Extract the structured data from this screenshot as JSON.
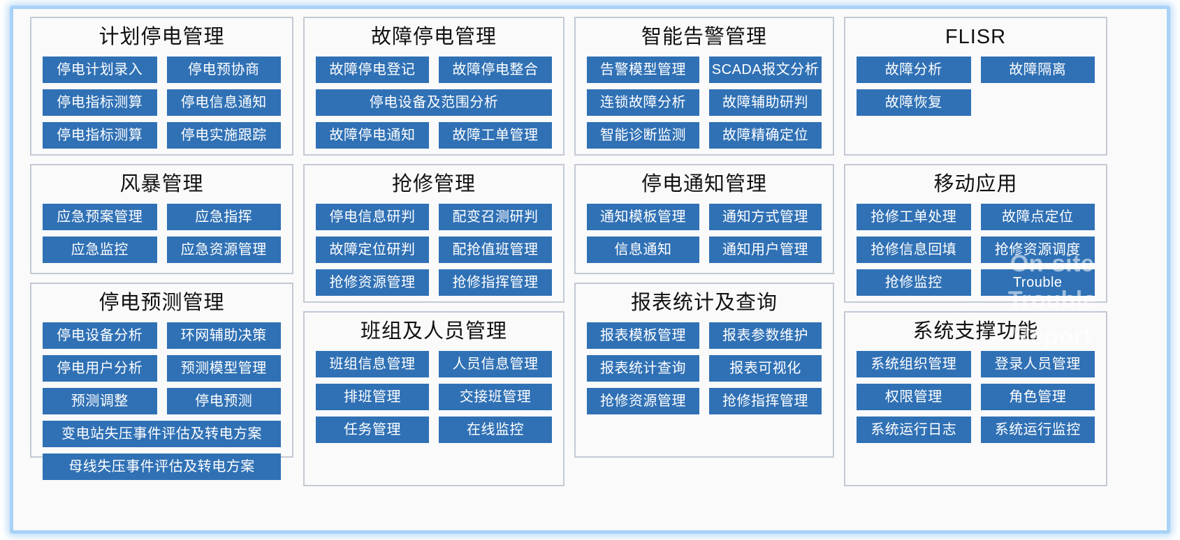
{
  "theme": {
    "button_color": "#3071b5",
    "panel_border_color": "#c3c9d4",
    "frame_glow_color": "#a9d2f7",
    "page_background": "#fafafa",
    "button_text_color": "#ffffff",
    "title_text_color": "#111111"
  },
  "watermark": {
    "text": "On-site\nTrouble\nReport"
  },
  "columns": [
    {
      "panels": [
        {
          "title": "计划停电管理",
          "rows": [
            [
              "停电计划录入",
              "停电预协商"
            ],
            [
              "停电指标测算",
              "停电信息通知"
            ],
            [
              "停电指标测算",
              "停电实施跟踪"
            ]
          ]
        },
        {
          "title": "风暴管理",
          "rows": [
            [
              "应急预案管理",
              "应急指挥"
            ],
            [
              "应急监控",
              "应急资源管理"
            ]
          ]
        },
        {
          "title": "停电预测管理",
          "rows": [
            [
              "停电设备分析",
              "环网辅助决策"
            ],
            [
              "停电用户分析",
              "预测模型管理"
            ],
            [
              "预测调整",
              "停电预测"
            ],
            [
              "变电站失压事件评估及转电方案"
            ],
            [
              "母线失压事件评估及转电方案"
            ]
          ]
        }
      ]
    },
    {
      "panels": [
        {
          "title": "故障停电管理",
          "rows": [
            [
              "故障停电登记",
              "故障停电整合"
            ],
            [
              "停电设备及范围分析"
            ],
            [
              "故障停电通知",
              "故障工单管理"
            ]
          ]
        },
        {
          "title": "抢修管理",
          "rows": [
            [
              "停电信息研判",
              "配变召测研判"
            ],
            [
              "故障定位研判",
              "配抢值班管理"
            ],
            [
              "抢修资源管理",
              "抢修指挥管理"
            ]
          ]
        },
        {
          "title": "班组及人员管理",
          "rows": [
            [
              "班组信息管理",
              "人员信息管理"
            ],
            [
              "排班管理",
              "交接班管理"
            ],
            [
              "任务管理",
              "在线监控"
            ]
          ]
        }
      ]
    },
    {
      "panels": [
        {
          "title": "智能告警管理",
          "rows": [
            [
              "告警模型管理",
              "SCADA报文分析"
            ],
            [
              "连锁故障分析",
              "故障辅助研判"
            ],
            [
              "智能诊断监测",
              "故障精确定位"
            ]
          ]
        },
        {
          "title": "停电通知管理",
          "rows": [
            [
              "通知模板管理",
              "通知方式管理"
            ],
            [
              "信息通知",
              "通知用户管理"
            ]
          ]
        },
        {
          "title": "报表统计及查询",
          "rows": [
            [
              "报表模板管理",
              "报表参数维护"
            ],
            [
              "报表统计查询",
              "报表可视化"
            ],
            [
              "抢修资源管理",
              "抢修指挥管理"
            ]
          ]
        }
      ]
    },
    {
      "panels": [
        {
          "title": "FLISR",
          "rows": [
            [
              "故障分析",
              "故障隔离"
            ],
            [
              "故障恢复"
            ]
          ]
        },
        {
          "title": "移动应用",
          "rows": [
            [
              "抢修工单处理",
              "故障点定位"
            ],
            [
              "抢修信息回填",
              "抢修资源调度"
            ],
            [
              "抢修监控",
              "Trouble"
            ]
          ]
        },
        {
          "title": "系统支撑功能",
          "rows": [
            [
              "系统组织管理",
              "登录人员管理"
            ],
            [
              "权限管理",
              "角色管理"
            ],
            [
              "系统运行日志",
              "系统运行监控"
            ]
          ]
        }
      ]
    }
  ]
}
